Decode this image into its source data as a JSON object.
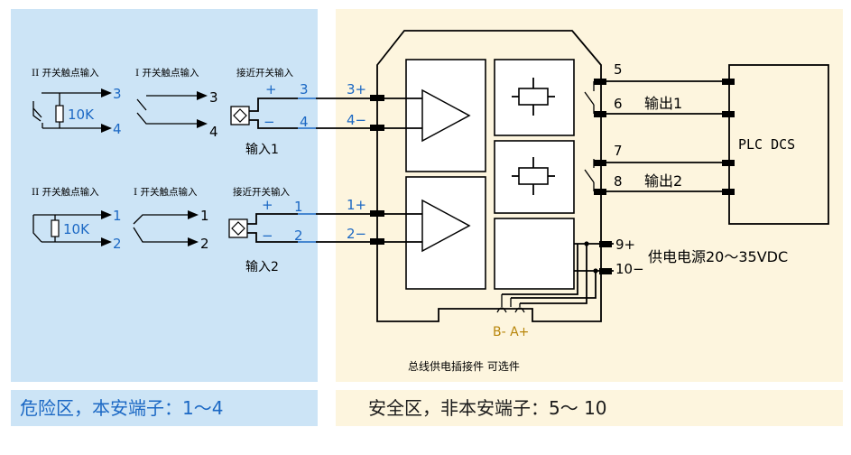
{
  "zones": {
    "hazard_label": "危险区，本安端子：1～4",
    "safe_label": "安全区，非本安端子：5～ 10"
  },
  "inputs": {
    "group1": {
      "labels": [
        "II 开关触点输入",
        "I 开关触点输入",
        "接近开关输入"
      ],
      "resistor": "10K",
      "term_a": "3",
      "term_b": "4",
      "plus": "+",
      "minus": "−",
      "caption": "输入1",
      "pins": [
        "3+",
        "4−"
      ]
    },
    "group2": {
      "labels": [
        "II 开关触点输入",
        "I 开关触点输入",
        "接近开关输入"
      ],
      "resistor": "10K",
      "term_a": "1",
      "term_b": "2",
      "plus": "+",
      "minus": "−",
      "caption": "输入2",
      "pins": [
        "1+",
        "2−"
      ]
    }
  },
  "outputs": {
    "pins": [
      "5",
      "6",
      "7",
      "8"
    ],
    "out1": "输出1",
    "out2": "输出2",
    "plc": "PLC DCS"
  },
  "power": {
    "pins": [
      "9+",
      "10−"
    ],
    "label": "供电电源20～35VDC"
  },
  "bus": {
    "pins": "B-  A+",
    "caption": "总线供电插接件 可选件"
  },
  "colors": {
    "hazard_bg": "#cce4f6",
    "safe_bg": "#fdf5de",
    "accent_blue": "#1b68c4",
    "bus_pin_color": "#b8860b"
  }
}
